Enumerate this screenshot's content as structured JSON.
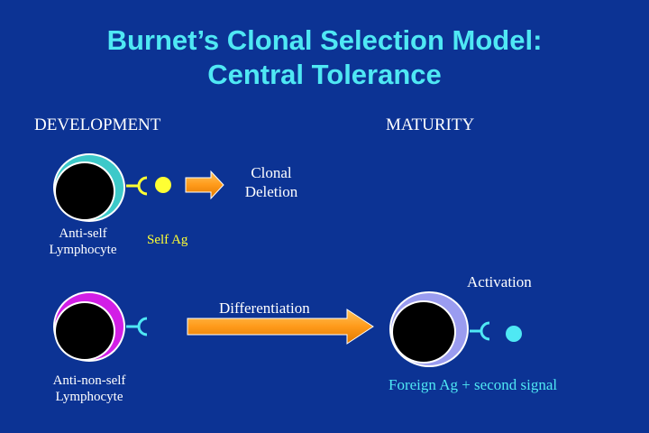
{
  "title": {
    "line1": "Burnet’s Clonal Selection Model:",
    "line2": "Central Tolerance"
  },
  "headers": {
    "development": "DEVELOPMENT",
    "maturity": "MATURITY"
  },
  "row1": {
    "cell_label_line1": "Anti-self",
    "cell_label_line2": "Lymphocyte",
    "antigen_label": "Self Ag",
    "outcome_line1": "Clonal",
    "outcome_line2": "Deletion"
  },
  "row2": {
    "cell_label_line1": "Anti-non-self",
    "cell_label_line2": "Lymphocyte",
    "arrow_label": "Differentiation",
    "mature_label": "Activation",
    "antigen_label": "Foreign Ag + second signal"
  },
  "colors": {
    "background": "#0c3394",
    "title": "#4fe8f4",
    "anti_self_cell": "#3dc9c9",
    "anti_non_self_cell": "#d21fe6",
    "mature_cell": "#9a9cf0",
    "nucleus": "#000000",
    "self_ag": "#ffff33",
    "foreign_ag": "#4fe8f4",
    "arrow": "#ff9a1a"
  }
}
